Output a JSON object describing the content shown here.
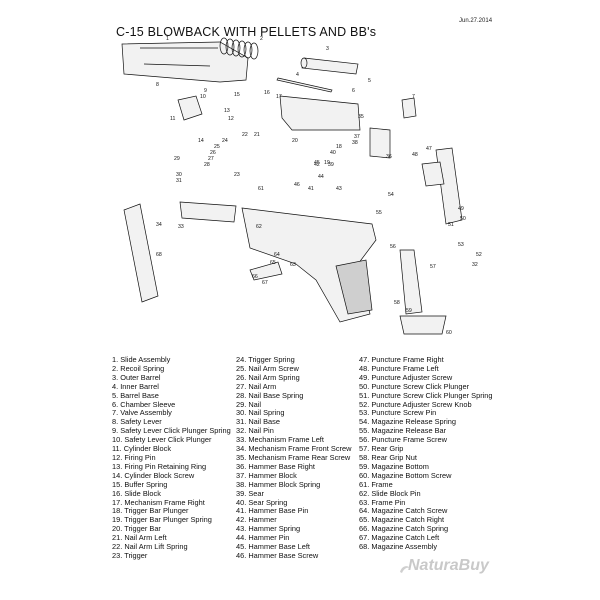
{
  "header": {
    "title": "C-15 BLOWBACK WITH PELLETS AND BB's",
    "date": "Jun.27.2014"
  },
  "parts": [
    {
      "num": "1.",
      "name": "Slide Assembly"
    },
    {
      "num": "2.",
      "name": "Recoil Spring"
    },
    {
      "num": "3.",
      "name": "Outer Barrel"
    },
    {
      "num": "4.",
      "name": "Inner Barrel"
    },
    {
      "num": "5.",
      "name": "Barrel Base"
    },
    {
      "num": "6.",
      "name": "Chamber Sleeve"
    },
    {
      "num": "7.",
      "name": "Valve Assembly"
    },
    {
      "num": "8.",
      "name": "Safety Lever"
    },
    {
      "num": "9.",
      "name": "Safety Lever Click Plunger Spring"
    },
    {
      "num": "10.",
      "name": "Safety Lever Click Plunger"
    },
    {
      "num": "11.",
      "name": "Cylinder Block"
    },
    {
      "num": "12.",
      "name": "Firing Pin"
    },
    {
      "num": "13.",
      "name": "Firing Pin Retaining Ring"
    },
    {
      "num": "14.",
      "name": "Cylinder Block Screw"
    },
    {
      "num": "15.",
      "name": "Buffer Spring"
    },
    {
      "num": "16.",
      "name": "Slide Block"
    },
    {
      "num": "17.",
      "name": "Mechanism Frame Right"
    },
    {
      "num": "18.",
      "name": "Trigger Bar Plunger"
    },
    {
      "num": "19.",
      "name": "Trigger Bar Plunger Spring"
    },
    {
      "num": "20.",
      "name": "Trigger Bar"
    },
    {
      "num": "21.",
      "name": "Nail Arm Left"
    },
    {
      "num": "22.",
      "name": "Nail Arm Lift Spring"
    },
    {
      "num": "23.",
      "name": "Trigger"
    },
    {
      "num": "24.",
      "name": "Trigger Spring"
    },
    {
      "num": "25.",
      "name": "Nail Arm Screw"
    },
    {
      "num": "26.",
      "name": "Nail Arm Spring"
    },
    {
      "num": "27.",
      "name": "Nail Arm"
    },
    {
      "num": "28.",
      "name": "Nail Base Spring"
    },
    {
      "num": "29.",
      "name": "Nail"
    },
    {
      "num": "30.",
      "name": "Nail Spring"
    },
    {
      "num": "31.",
      "name": "Nail Base"
    },
    {
      "num": "32.",
      "name": "Nail Pin"
    },
    {
      "num": "33.",
      "name": "Mechanism Frame Left"
    },
    {
      "num": "34.",
      "name": "Mechanism Frame Front Screw"
    },
    {
      "num": "35.",
      "name": "Mechanism Frame Rear Screw"
    },
    {
      "num": "36.",
      "name": "Hammer Base Right"
    },
    {
      "num": "37.",
      "name": "Hammer Block"
    },
    {
      "num": "38.",
      "name": "Hammer Block Spring"
    },
    {
      "num": "39.",
      "name": "Sear"
    },
    {
      "num": "40.",
      "name": "Sear Spring"
    },
    {
      "num": "41.",
      "name": "Hammer Base Pin"
    },
    {
      "num": "42.",
      "name": "Hammer"
    },
    {
      "num": "43.",
      "name": "Hammer Spring"
    },
    {
      "num": "44.",
      "name": "Hammer Pin"
    },
    {
      "num": "45.",
      "name": "Hammer Base Left"
    },
    {
      "num": "46.",
      "name": "Hammer Base Screw"
    },
    {
      "num": "47.",
      "name": "Puncture Frame Right"
    },
    {
      "num": "48.",
      "name": "Puncture Frame Left"
    },
    {
      "num": "49.",
      "name": "Puncture Adjuster Screw"
    },
    {
      "num": "50.",
      "name": "Puncture Screw Click Plunger"
    },
    {
      "num": "51.",
      "name": "Puncture Screw Click Plunger Spring"
    },
    {
      "num": "52.",
      "name": "Puncture Adjuster Screw Knob"
    },
    {
      "num": "53.",
      "name": "Puncture Screw Pin"
    },
    {
      "num": "54.",
      "name": "Magazine Release Spring"
    },
    {
      "num": "55.",
      "name": "Magazine Release Bar"
    },
    {
      "num": "56.",
      "name": "Puncture Frame Screw"
    },
    {
      "num": "57.",
      "name": "Rear Grip"
    },
    {
      "num": "58.",
      "name": "Rear Grip Nut"
    },
    {
      "num": "59.",
      "name": "Magazine Bottom"
    },
    {
      "num": "60.",
      "name": "Magazine Bottom Screw"
    },
    {
      "num": "61.",
      "name": "Frame"
    },
    {
      "num": "62.",
      "name": "Slide Block Pin"
    },
    {
      "num": "63.",
      "name": "Frame Pin"
    },
    {
      "num": "64.",
      "name": "Magazine Catch Screw"
    },
    {
      "num": "65.",
      "name": "Magazine Catch Right"
    },
    {
      "num": "66.",
      "name": "Magazine Catch Spring"
    },
    {
      "num": "67.",
      "name": "Magazine Catch Left"
    },
    {
      "num": "68.",
      "name": "Magazine Assembly"
    }
  ],
  "callouts": [
    "1",
    "2",
    "3",
    "4",
    "5",
    "6",
    "7",
    "8",
    "9",
    "10",
    "11",
    "12",
    "13",
    "14",
    "15",
    "16",
    "17",
    "18",
    "19",
    "20",
    "21",
    "22",
    "23",
    "24",
    "25",
    "26",
    "27",
    "28",
    "29",
    "30",
    "31",
    "32",
    "33",
    "34",
    "35",
    "36",
    "37",
    "38",
    "39",
    "40",
    "41",
    "42",
    "43",
    "44",
    "45",
    "46",
    "47",
    "48",
    "49",
    "50",
    "51",
    "52",
    "53",
    "54",
    "55",
    "56",
    "57",
    "58",
    "59",
    "60",
    "61",
    "62",
    "63",
    "64",
    "65",
    "66",
    "67",
    "68"
  ],
  "watermark": "NaturaBuy"
}
